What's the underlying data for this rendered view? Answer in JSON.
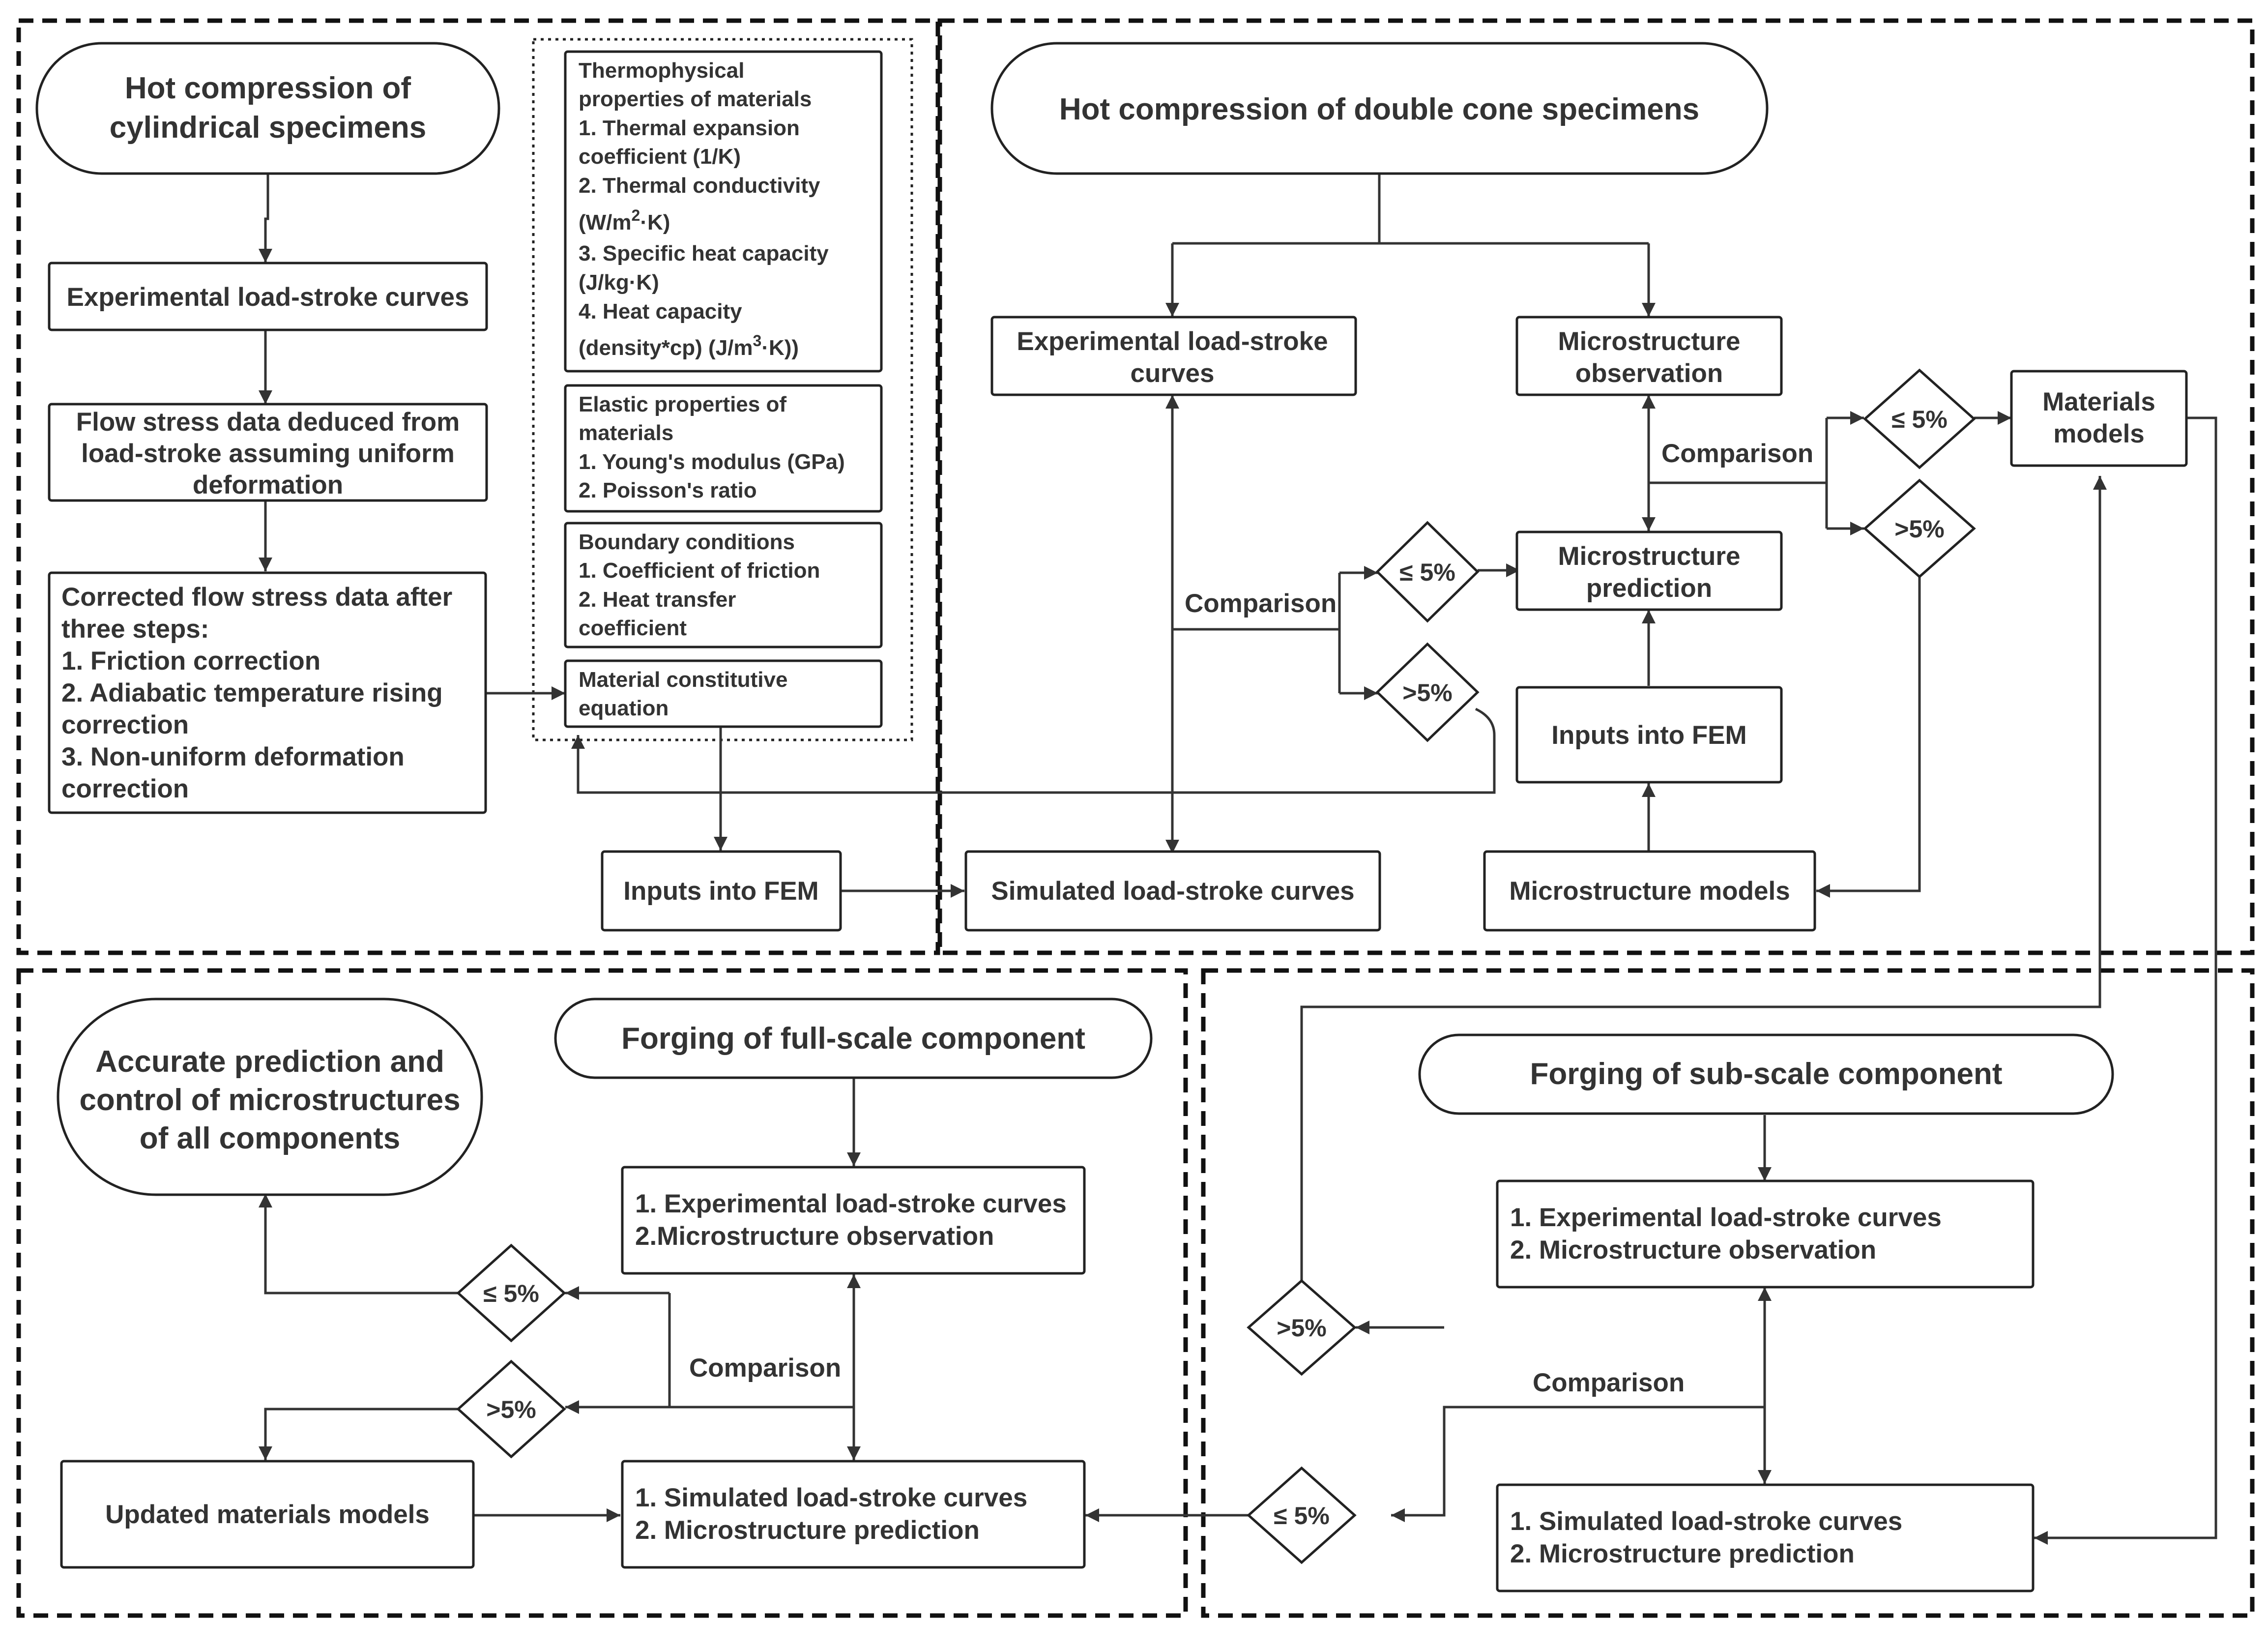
{
  "colors": {
    "line": "#333333",
    "border": "#222222",
    "background": "#ffffff",
    "text": "#333333"
  },
  "top_left": {
    "start": [
      "Hot compression of",
      "cylindrical  specimens"
    ],
    "exp_curves": "Experimental load-stroke curves",
    "flow_stress": [
      "Flow stress data deduced from",
      "load-stroke assuming uniform",
      "deformation"
    ],
    "corrected": [
      "Corrected flow stress data after",
      "three steps:",
      "1. Friction correction",
      "2. Adiabatic temperature rising",
      "correction",
      "3. Non-uniform deformation",
      "correction"
    ],
    "thermo": {
      "l1": "Thermophysical",
      "l2": "properties of materials",
      "l3": "1. Thermal expansion",
      "l4": "coefficient (1/K)",
      "l5": "2. Thermal conductivity",
      "l6a": "(W/m",
      "l6sup": "2",
      "l6b": "·K)",
      "l7": "3. Specific heat capacity",
      "l8": "(J/kg·K)",
      "l9": "4. Heat capacity",
      "l10a": "(density*cp) (J/m",
      "l10sup": "3",
      "l10b": "·K))"
    },
    "elastic": [
      "Elastic properties of",
      "materials",
      "1. Young's modulus (GPa)",
      "2. Poisson's ratio"
    ],
    "boundary": [
      "Boundary conditions",
      "1. Coefficient of friction",
      "2. Heat transfer",
      "coefficient"
    ],
    "constitutive": [
      "Material constitutive",
      "equation"
    ],
    "inputs_fem": "Inputs into FEM"
  },
  "top_right": {
    "start": "Hot compression of double cone specimens",
    "exp_curves": [
      "Experimental load-stroke",
      "curves"
    ],
    "micro_obs": [
      "Microstructure",
      "observation"
    ],
    "comparison_left": "Comparison",
    "comparison_right": "Comparison",
    "le5_a": "≤ 5%",
    "gt5_a": ">5%",
    "micro_pred": [
      "Microstructure",
      "prediction"
    ],
    "inputs_fem": "Inputs into FEM",
    "sim_curves": "Simulated load-stroke curves",
    "micro_models": "Microstructure models",
    "le5_b": "≤ 5%",
    "gt5_b": ">5%",
    "materials_models": [
      "Materials",
      "models"
    ]
  },
  "bottom_left": {
    "end": [
      "Accurate prediction and",
      "control of microstructures",
      "of all components"
    ],
    "start": "Forging of full-scale component",
    "exp_box": [
      "1. Experimental load-stroke curves",
      "2.Microstructure observation"
    ],
    "comparison": "Comparison",
    "le5": "≤ 5%",
    "gt5": ">5%",
    "updated": "Updated materials models",
    "sim_box": [
      "1. Simulated load-stroke curves",
      "2. Microstructure prediction"
    ]
  },
  "bottom_right": {
    "start": "Forging of sub-scale component",
    "exp_box": [
      "1. Experimental load-stroke curves",
      "2. Microstructure observation"
    ],
    "comparison": "Comparison",
    "gt5": ">5%",
    "le5": "≤ 5%",
    "sim_box": [
      "1. Simulated load-stroke curves",
      "2. Microstructure prediction"
    ]
  }
}
